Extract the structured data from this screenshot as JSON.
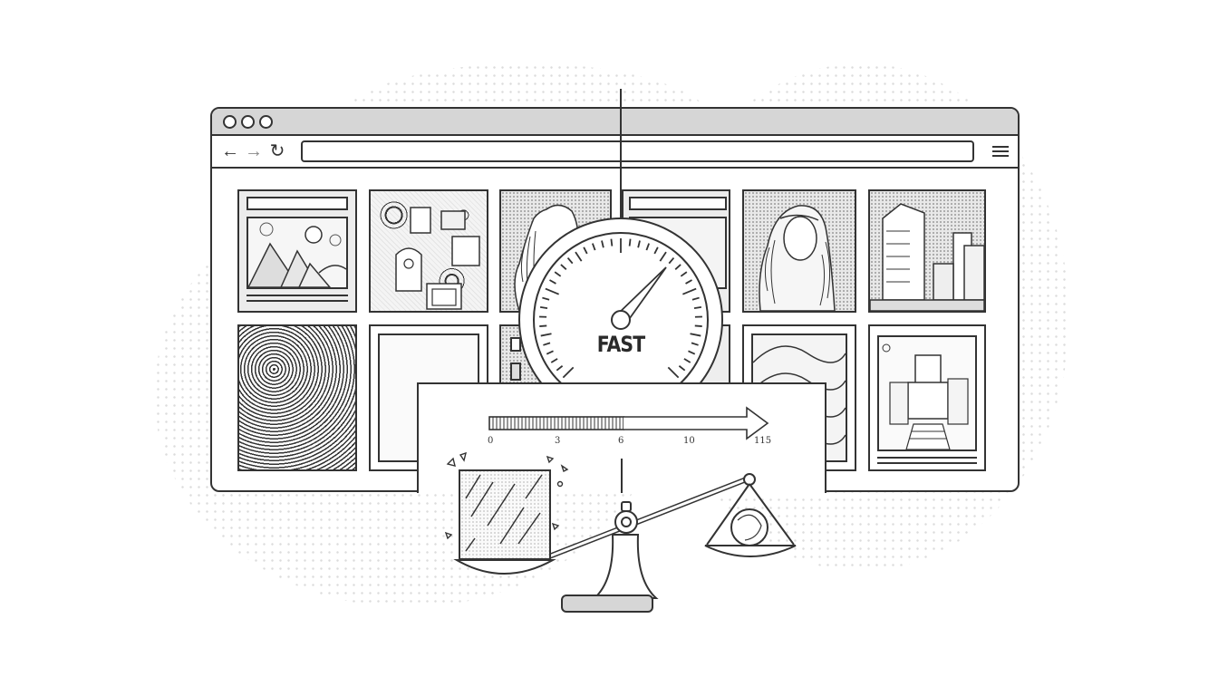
{
  "illustration": {
    "theme": "page-speed-optimization",
    "background_pattern": "dotted-blob"
  },
  "browser": {
    "window_controls": [
      "circle",
      "circle",
      "circle"
    ],
    "nav": {
      "back_icon": "←",
      "forward_icon": "→",
      "reload_icon": "↻"
    },
    "url_value": "",
    "menu_icon": "hamburger-menu-icon"
  },
  "gallery": {
    "tiles": [
      {
        "subject": "landscape-with-mountains-and-sun",
        "row": 1,
        "col": 1
      },
      {
        "subject": "abstract-geometric-collage",
        "row": 1,
        "col": 2
      },
      {
        "subject": "portrait-woman-long-wavy-hair",
        "row": 1,
        "col": 3
      },
      {
        "subject": "landscape-placeholder",
        "row": 1,
        "col": 4
      },
      {
        "subject": "portrait-woman-long-wavy-hair",
        "row": 1,
        "col": 5
      },
      {
        "subject": "city-skyscrapers",
        "row": 1,
        "col": 6
      },
      {
        "subject": "dense-doodle-pattern",
        "row": 2,
        "col": 1
      },
      {
        "subject": "swirl-pattern",
        "row": 2,
        "col": 2
      },
      {
        "subject": "building-windows",
        "row": 2,
        "col": 3
      },
      {
        "subject": "abstract",
        "row": 2,
        "col": 4
      },
      {
        "subject": "wavy-abstract-pattern",
        "row": 2,
        "col": 5
      },
      {
        "subject": "historic-palace-with-stairs",
        "row": 2,
        "col": 6
      }
    ]
  },
  "gauge": {
    "label": "FAST",
    "needle_angle_deg": 45,
    "tick_count": 41
  },
  "progress_scale": {
    "tick_labels": [
      "0",
      "3",
      "6",
      "10",
      "115"
    ],
    "filled_to": "6"
  },
  "balance_scale": {
    "left_pan": "heavy-textured-block",
    "right_pan": "small-sphere",
    "tilt": "right-side-up"
  }
}
